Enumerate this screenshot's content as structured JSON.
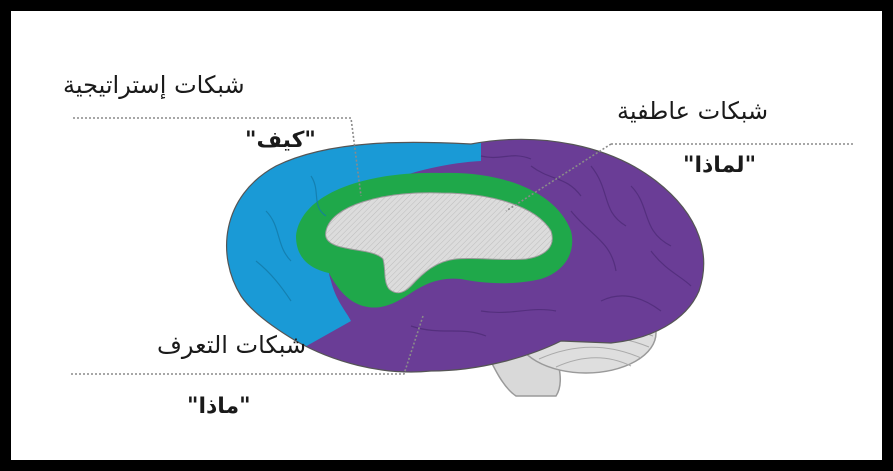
{
  "labels": {
    "strategic_title": "شبكات إستراتيجية",
    "strategic_sub": "\"كيف\"",
    "affective_title": "شبكات عاطفية",
    "affective_sub": "\"لماذا\"",
    "recognition_title": "شبكات التعرف",
    "recognition_sub": "\"ماذا\""
  },
  "colors": {
    "frame": "#000000",
    "background": "#ffffff",
    "strategic_region": "#1a9ad6",
    "affective_region": "#6a3d96",
    "limbic_region": "#1fa84a",
    "inner_core": "#d9d9d9",
    "cerebellum": "#d9d9d9",
    "leader_line": "#8a8a8a"
  }
}
